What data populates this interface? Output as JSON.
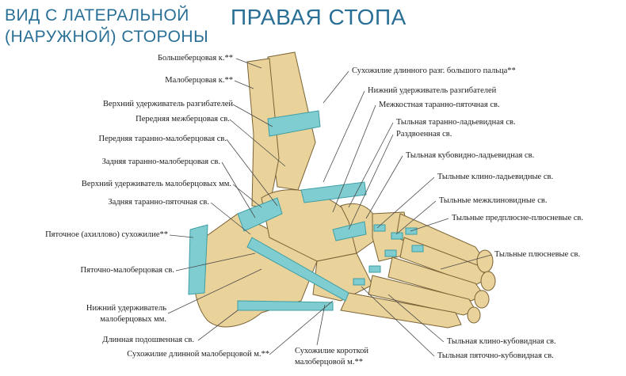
{
  "header": {
    "subtitle_line1": "ВИД С ЛАТЕРАЛЬНОЙ",
    "subtitle_line2": "(НАРУЖНОЙ) СТОРОНЫ",
    "title": "ПРАВАЯ СТОПА"
  },
  "labels_left": [
    "Большеберцовая к.**",
    "Малоберцовая к.**",
    "Верхний удерживатель разгибателей",
    "Передняя межберцовая св.",
    "Передняя таранно-малоберцовая св.",
    "Задняя таранно-малоберцовая св.",
    "Верхний удерживатель малоберцовых мм.",
    "Задняя таранно-пяточная св.",
    "Пяточное (ахиллово) сухожилие**",
    "Пяточно-малоберцовая св.",
    "Нижний удерживатель",
    "малоберцовых мм.",
    "Длинная подошвенная св.",
    "Сухожилие длинной малоберцовой м.**"
  ],
  "labels_right": [
    "Сухожилие длинного разг. большого пальца**",
    "Нижний удерживатель разгибателей",
    "Межкостная таранно-пяточная св.",
    "Тыльная таранно-ладьевидная св.",
    "Раздвоенная св.",
    "Тыльная кубовидно-ладьевидная св.",
    "Тыльные клино-ладьевидные св.",
    "Тыльные межклиновидные св.",
    "Тыльные предплюсне-плюсневые св.",
    "Тыльные плюсневые св.",
    "Тыльная клино-кубовидная св.",
    "Тыльная пяточно-кубовидная св."
  ],
  "labels_bottom": [
    "Сухожилие короткой",
    "малоберцовой м.**"
  ],
  "colors": {
    "title": "#2a6f96",
    "bone": "#ead39a",
    "bone_shade": "#c9a866",
    "ligament": "#7fcdd0",
    "ligament_dark": "#3f9ea4",
    "leader": "#4a4a4a"
  }
}
